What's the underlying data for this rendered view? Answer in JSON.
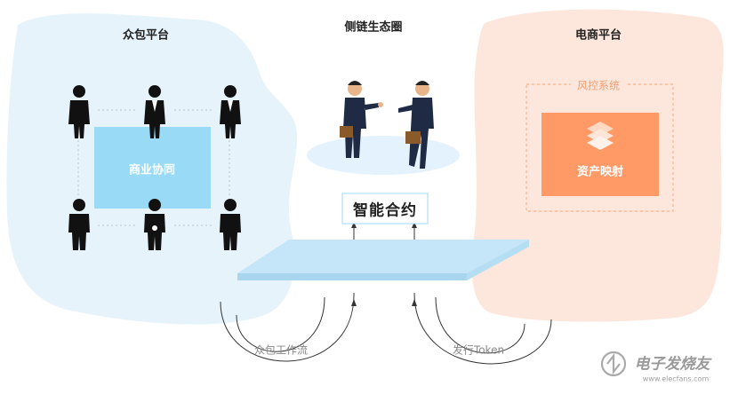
{
  "left": {
    "title": "众包平台",
    "center_box": "商业协同",
    "people": [
      {
        "name": "person-suit-1"
      },
      {
        "name": "person-suit-2"
      },
      {
        "name": "person-suit-3"
      },
      {
        "name": "person-plain-4"
      },
      {
        "name": "person-plain-5"
      },
      {
        "name": "person-plain-6"
      }
    ]
  },
  "middle": {
    "title": "侧链生态圈",
    "contract": "智能合约"
  },
  "right": {
    "title": "电商平台",
    "risk_label": "风控系统",
    "asset_box": "资产映射"
  },
  "flows": {
    "left": "众包工作流",
    "right": "发行Token"
  },
  "watermark": {
    "logo_text": "电子发烧友",
    "url": "www.elecfans.com"
  },
  "colors": {
    "left_bg": "#e6f3fb",
    "right_bg": "#fde6dc",
    "platform": "#c4e6f8",
    "commerce_box": "#99daf7",
    "asset_box": "#ff9966",
    "risk_border": "#f7b48c"
  }
}
